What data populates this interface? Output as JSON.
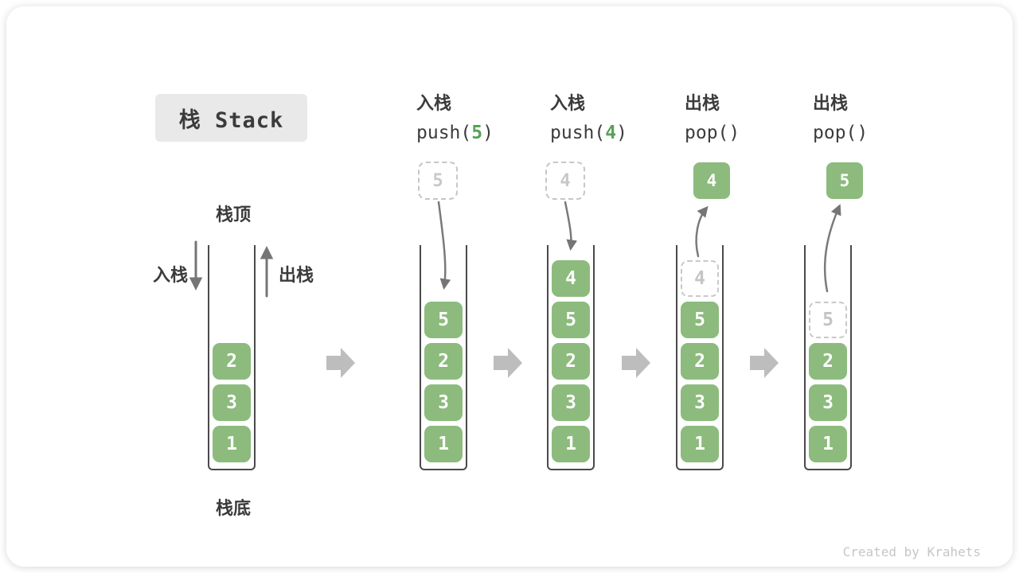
{
  "title": "栈 Stack",
  "watermark": "Created by Krahets",
  "colors": {
    "block_green": "#8cbb7d",
    "accent_green": "#56a255",
    "title_box_bg": "#e9e9e9",
    "label_dark": "#3b3b3b",
    "thin_arrow_gray": "#757575",
    "flow_arrow_gray": "#bdbdbd",
    "dashed_gray": "#c6c6c6",
    "stack_border": "#4a4a4a"
  },
  "diagram": {
    "side_labels": {
      "push": "入栈",
      "pop": "出栈",
      "top": "栈顶",
      "bottom": "栈底"
    },
    "operations": [
      {
        "label": "入栈",
        "code_prefix": "push(",
        "arg": "5",
        "code_suffix": ")"
      },
      {
        "label": "入栈",
        "code_prefix": "push(",
        "arg": "4",
        "code_suffix": ")"
      },
      {
        "label": "出栈",
        "code_prefix": "pop(",
        "arg": "",
        "code_suffix": ")"
      },
      {
        "label": "出栈",
        "code_prefix": "pop(",
        "arg": "",
        "code_suffix": ")"
      }
    ],
    "floating_values": [
      {
        "value": "5",
        "style": "dashed"
      },
      {
        "value": "4",
        "style": "dashed"
      },
      {
        "value": "4",
        "style": "solid"
      },
      {
        "value": "5",
        "style": "solid"
      }
    ],
    "stacks": [
      {
        "blocks": [
          "2",
          "3",
          "1"
        ]
      },
      {
        "blocks": [
          "5",
          "2",
          "3",
          "1"
        ]
      },
      {
        "blocks": [
          "4",
          "5",
          "2",
          "3",
          "1"
        ]
      },
      {
        "ghost": "4",
        "blocks": [
          "5",
          "2",
          "3",
          "1"
        ]
      },
      {
        "ghost": "5",
        "blocks": [
          "2",
          "3",
          "1"
        ]
      }
    ]
  }
}
